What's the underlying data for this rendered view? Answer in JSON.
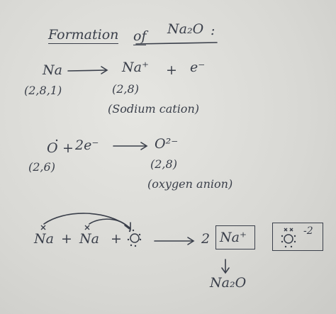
{
  "title": {
    "word": "Formation",
    "of": "of",
    "compound": "Na₂O",
    "colon": ":"
  },
  "reaction1": {
    "reactant": "Na",
    "product": "Na⁺",
    "plus": "+",
    "electron": "e⁻",
    "reactant_config": "(2,8,1)",
    "product_config": "(2,8)",
    "product_name": "(Sodium cation)"
  },
  "reaction2": {
    "reactant": "O",
    "plus": "+",
    "electrons": "2e⁻",
    "product": "O²⁻",
    "reactant_config": "(2,6)",
    "product_config": "(2,8)",
    "product_name": "(oxygen anion)"
  },
  "reaction3": {
    "na1": "Na",
    "plus1": "+",
    "na2": "Na",
    "plus2": "+",
    "coefficient": "2",
    "cation": "Na⁺",
    "anion_charge": "-2",
    "result": "Na₂O"
  },
  "colors": {
    "paper": "#dcdcd8",
    "ink": "#3a3f4a"
  }
}
